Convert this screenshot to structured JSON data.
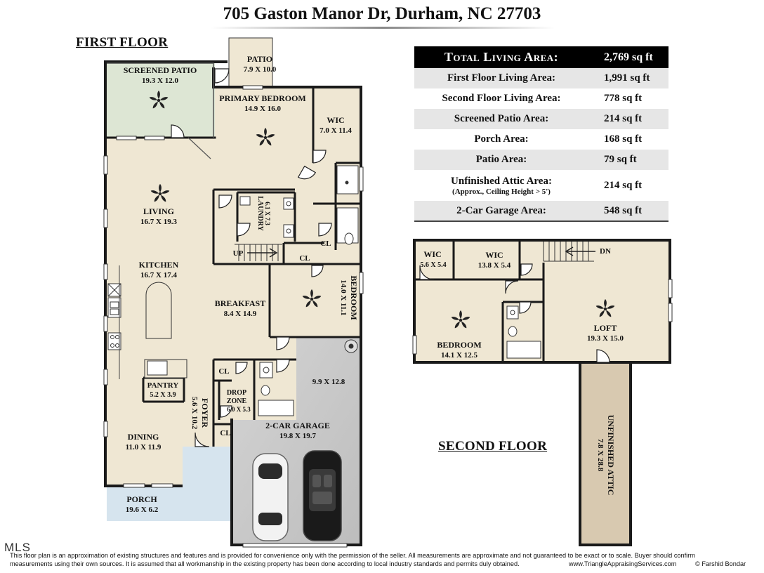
{
  "header": {
    "address": "705 Gaston Manor Dr, Durham, NC 27703"
  },
  "floors": {
    "first": "FIRST FLOOR",
    "second": "SECOND FLOOR"
  },
  "area_table": {
    "total_label": "Total Living Area:",
    "total_value": "2,769 sq ft",
    "rows": [
      {
        "label": "First Floor Living Area:",
        "value": "1,991 sq ft"
      },
      {
        "label": "Second Floor Living Area:",
        "value": "778 sq ft"
      },
      {
        "label": "Screened Patio Area:",
        "value": "214 sq ft"
      },
      {
        "label": "Porch Area:",
        "value": "168 sq ft"
      },
      {
        "label": "Patio Area:",
        "value": "79 sq ft"
      },
      {
        "label": "Unfinished Attic Area:",
        "sub": "(Approx., Ceiling Height > 5')",
        "value": "214 sq ft"
      },
      {
        "label": "2-Car Garage Area:",
        "value": "548 sq ft"
      }
    ]
  },
  "rooms": {
    "patio": {
      "name": "PATIO",
      "dims": "7.9 X 10.0"
    },
    "screened_patio": {
      "name": "SCREENED PATIO",
      "dims": "19.3 X 12.0"
    },
    "primary_bedroom": {
      "name": "PRIMARY BEDROOM",
      "dims": "14.9 X 16.0"
    },
    "wic_first": {
      "name": "WIC",
      "dims": "7.0 X 11.4"
    },
    "living": {
      "name": "LIVING",
      "dims": "16.7 X 19.3"
    },
    "laundry": {
      "name": "LAUNDRY",
      "dims": "6.1 X 7.3"
    },
    "kitchen": {
      "name": "KITCHEN",
      "dims": "16.7 X 17.4"
    },
    "breakfast": {
      "name": "BREAKFAST",
      "dims": "8.4 X 14.9"
    },
    "bedroom_first": {
      "name": "BEDROOM",
      "dims": "14.0 X 11.1"
    },
    "pantry": {
      "name": "PANTRY",
      "dims": "5.2 X 3.9"
    },
    "foyer": {
      "name": "FOYER",
      "dims": "5.6 X 10.2"
    },
    "drop_zone": {
      "name": "DROP",
      "name2": "ZONE",
      "dims": "6.0 X 5.3"
    },
    "garage_nook": {
      "dims": "9.9 X 12.8"
    },
    "garage": {
      "name": "2-CAR GARAGE",
      "dims": "19.8 X 19.7"
    },
    "dining": {
      "name": "DINING",
      "dims": "11.0 X 11.9"
    },
    "porch": {
      "name": "PORCH",
      "dims": "19.6 X 6.2"
    },
    "wic_small": {
      "name": "WIC",
      "dims": "5.6 X 5.4"
    },
    "wic_second": {
      "name": "WIC",
      "dims": "13.8 X 5.4"
    },
    "bedroom_second": {
      "name": "BEDROOM",
      "dims": "14.1 X 12.5"
    },
    "loft": {
      "name": "LOFT",
      "dims": "19.3 X 15.0"
    },
    "attic": {
      "name": "UNFINISHED ATTIC",
      "dims": "7.8 X 28.8"
    }
  },
  "marks": {
    "up": "UP",
    "dn": "DN",
    "closet": "CL"
  },
  "footer": {
    "mls": "MLS",
    "disclaimer_1": "This floor plan is an approximation of existing structures and features and is provided for convenience only with the permission of the seller.  All measurements are approximate and not guaranteed to be exact or to scale.  Buyer should confirm",
    "disclaimer_2": "measurements using their own sources.  It is assumed that all workmanship in the existing property has been done according to local industry standards and permits duly obtained.",
    "website": "www.TriangleAppraisingServices.com",
    "copyright": "© Farshid Bondar"
  }
}
